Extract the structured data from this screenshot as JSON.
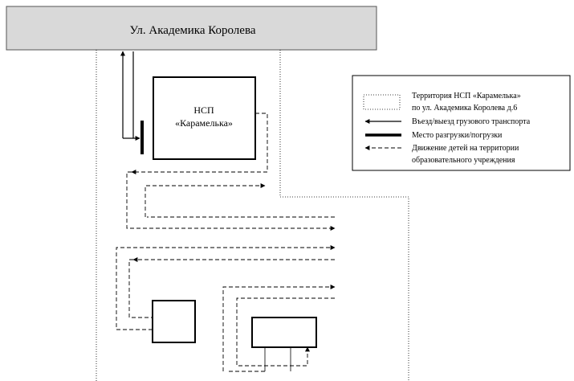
{
  "street": {
    "name": "Ул. Академика Королева"
  },
  "building": {
    "line1": "НСП",
    "line2": "«Карамелька»"
  },
  "legend": {
    "territory_line1": "Территория НСП «Карамелька»",
    "territory_line2": "по ул. Академика Королева д.6",
    "truck_route": "Въезд/выезд грузового транспорта",
    "loading_zone": "Место разгрузки/погрузки",
    "children_line1": "Движение детей на территории",
    "children_line2": "образовательного учреждения"
  },
  "colors": {
    "street_fill": "#d9d9d9",
    "line": "#000000",
    "background": "#ffffff"
  }
}
